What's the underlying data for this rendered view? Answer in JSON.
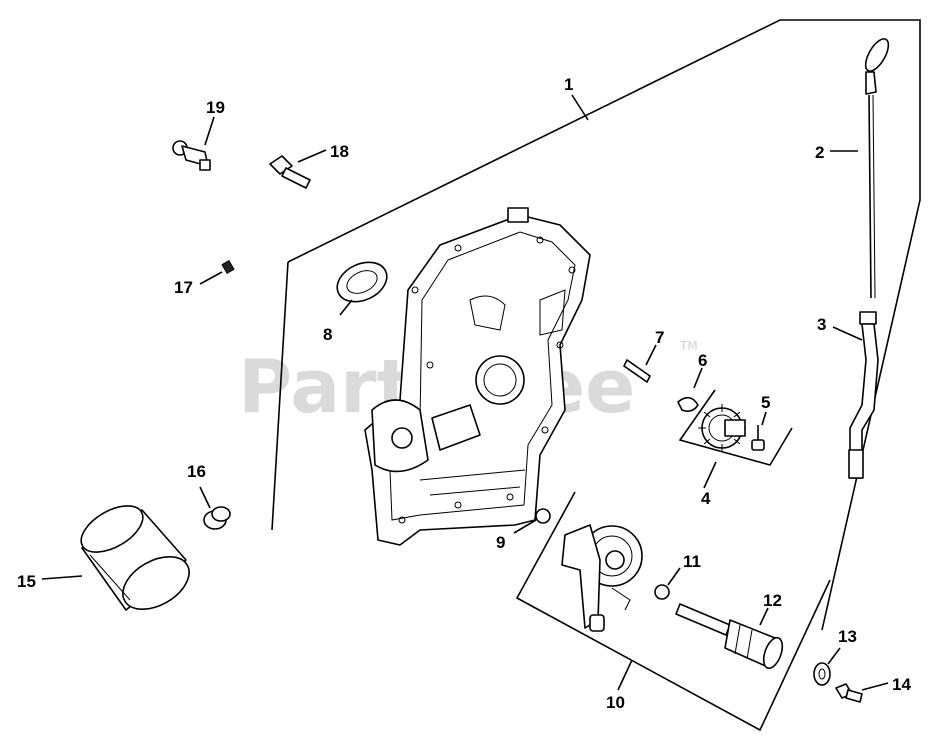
{
  "watermark": {
    "text": "PartsTree",
    "tm": "TM"
  },
  "callouts": {
    "c1": "1",
    "c2": "2",
    "c3": "3",
    "c4": "4",
    "c5": "5",
    "c6": "6",
    "c7": "7",
    "c8": "8",
    "c9": "9",
    "c10": "10",
    "c11": "11",
    "c12": "12",
    "c13": "13",
    "c14": "14",
    "c15": "15",
    "c16": "16",
    "c17": "17",
    "c18": "18",
    "c19": "19"
  },
  "parts": [
    {
      "id": "1",
      "icon": "crankcase-cover-icon"
    },
    {
      "id": "2",
      "icon": "dipstick-icon"
    },
    {
      "id": "3",
      "icon": "dipstick-tube-icon"
    },
    {
      "id": "4",
      "icon": "governor-gear-assembly-icon"
    },
    {
      "id": "5",
      "icon": "pin-icon"
    },
    {
      "id": "6",
      "icon": "clip-icon"
    },
    {
      "id": "7",
      "icon": "shaft-icon"
    },
    {
      "id": "8",
      "icon": "oil-seal-icon"
    },
    {
      "id": "9",
      "icon": "o-ring-icon"
    },
    {
      "id": "10",
      "icon": "oil-pump-assembly-icon"
    },
    {
      "id": "11",
      "icon": "o-ring-icon"
    },
    {
      "id": "12",
      "icon": "oil-pickup-icon"
    },
    {
      "id": "13",
      "icon": "washer-icon"
    },
    {
      "id": "14",
      "icon": "screw-icon"
    },
    {
      "id": "15",
      "icon": "oil-filter-icon"
    },
    {
      "id": "16",
      "icon": "oil-filter-nipple-icon"
    },
    {
      "id": "17",
      "icon": "plug-icon"
    },
    {
      "id": "18",
      "icon": "screw-icon"
    },
    {
      "id": "19",
      "icon": "oil-sentry-switch-icon"
    }
  ]
}
